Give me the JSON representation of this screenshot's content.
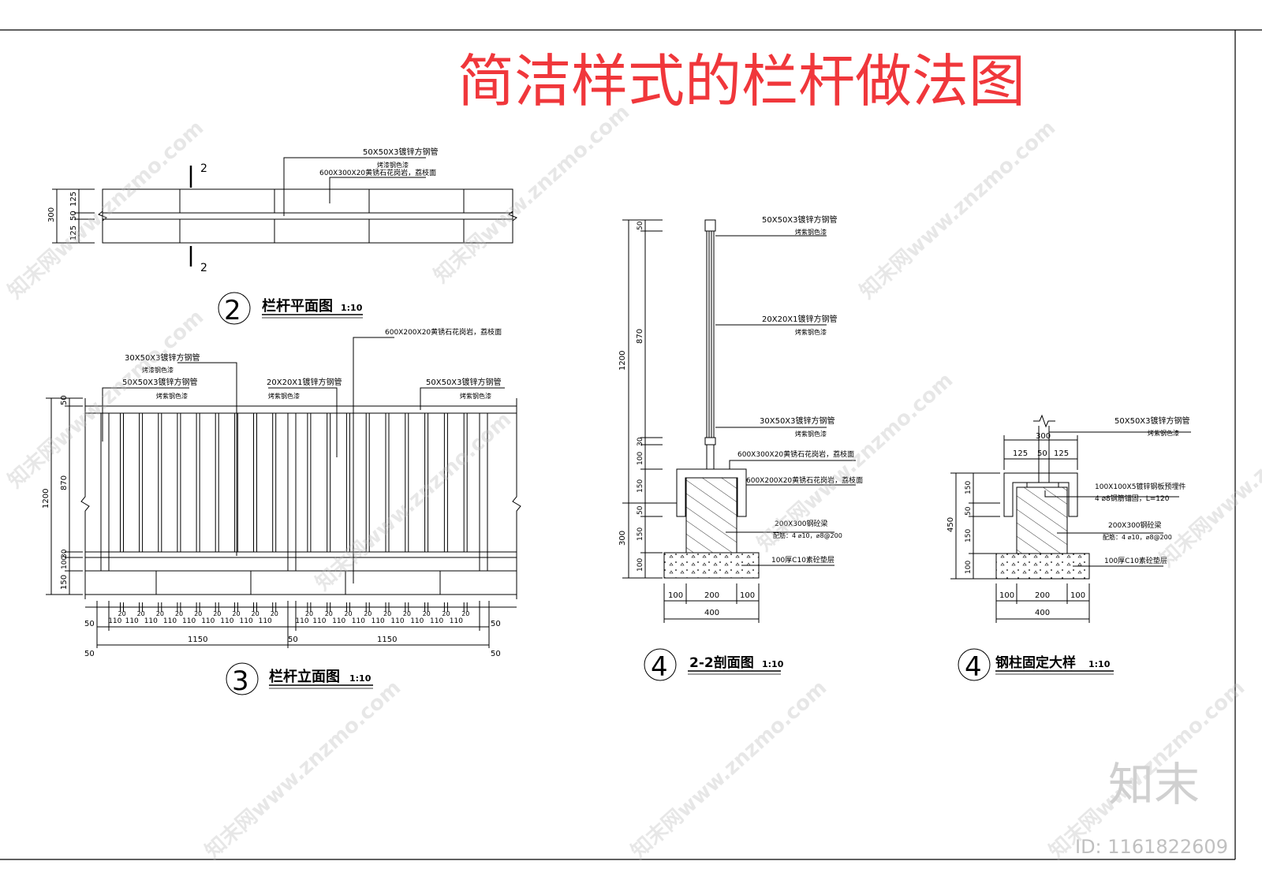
{
  "title": "简洁样式的栏杆做法图",
  "colors": {
    "title": "#f0373b",
    "line": "#000000",
    "watermark": "#c8c8c8"
  },
  "plan": {
    "label": "栏杆平面图",
    "scale": "1:10",
    "number": "2",
    "section_mark": "2",
    "note1": "50X50X3镀锌方钢管",
    "note1b": "烤漆钢色漆",
    "note2": "600X300X20黄锈石花岗岩，荔枝面",
    "dims": [
      "300",
      "125",
      "50",
      "125"
    ]
  },
  "elevation": {
    "label": "栏杆立面图",
    "scale": "1:10",
    "number": "3",
    "notes": [
      {
        "a": "30X50X3镀锌方钢管",
        "b": "烤漆钢色漆"
      },
      {
        "a": "50X50X3镀锌方钢管",
        "b": "烤紫钢色漆"
      },
      {
        "a": "20X20X1镀锌方钢管",
        "b": "烤紫钢色漆"
      },
      {
        "a": "50X50X3镀锌方钢管",
        "b": "烤紫钢色漆"
      },
      {
        "a": "600X200X20黄锈石花岗岩，荔枝面",
        "b": ""
      }
    ],
    "vdims": [
      "50",
      "870",
      "30",
      "100",
      "150",
      "1200"
    ],
    "spacing": [
      "110",
      "20"
    ],
    "hdims": [
      "50",
      "1150",
      "50",
      "1150",
      "50",
      "50",
      "50"
    ]
  },
  "section": {
    "label": "2-2剖面图",
    "scale": "1:10",
    "number": "4",
    "notes": [
      {
        "a": "50X50X3镀锌方钢管",
        "b": "烤紫钢色漆"
      },
      {
        "a": "20X20X1镀锌方钢管",
        "b": "烤紫钢色漆"
      },
      {
        "a": "30X50X3镀锌方钢管",
        "b": "烤紫钢色漆"
      },
      {
        "a": "600X300X20黄锈石花岗岩，荔枝面",
        "b": ""
      },
      {
        "a": "600X200X20黄锈石花岗岩，荔枝面",
        "b": ""
      },
      {
        "a": "200X300钢砼梁",
        "b": "配筋：4 ⌀10，⌀8@200"
      },
      {
        "a": "100厚C10素砼垫层",
        "b": ""
      }
    ],
    "vdims": [
      "50",
      "870",
      "30",
      "100",
      "150",
      "50",
      "150",
      "100",
      "300",
      "1200"
    ],
    "hdims": [
      "100",
      "200",
      "100",
      "400"
    ]
  },
  "detail": {
    "label": "钢柱固定大样",
    "scale": "1:10",
    "number": "4",
    "notes": [
      {
        "a": "50X50X3镀锌方钢管",
        "b": "烤紫钢色漆"
      },
      {
        "a": "100X100X5镀锌钢板预埋件",
        "b": "4 ⌀8钢筋锚固，L=120"
      },
      {
        "a": "200X300钢砼梁",
        "b": "配筋：4 ⌀10，⌀8@200"
      },
      {
        "a": "100厚C10素砼垫层",
        "b": ""
      }
    ],
    "topdims": [
      "300",
      "125",
      "50",
      "125"
    ],
    "vdims": [
      "150",
      "50",
      "150",
      "100",
      "450"
    ],
    "hdims": [
      "100",
      "200",
      "100",
      "400"
    ]
  },
  "watermark": {
    "text": "知末网www.znzmo.com",
    "logo": "知末",
    "id": "ID: 1161822609"
  }
}
